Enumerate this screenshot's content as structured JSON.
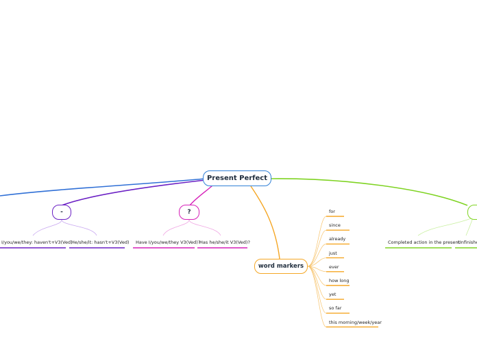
{
  "root": {
    "label": "Present Perfect",
    "color": "#2f7fd6"
  },
  "branches": {
    "negative": {
      "label": "-",
      "color": "#6a1fc4",
      "sub_color": "#c7a6f0",
      "items": [
        "I/you/we/they: haven't+V3(Ved)",
        "He/she/it: hasn't+V3(Ved)"
      ]
    },
    "question": {
      "label": "?",
      "color": "#d61fb8",
      "sub_color": "#f0a6e3",
      "items": [
        "Have I/you/we/they V3(Ved)?",
        "Has he/she/it V3(Ved)?"
      ]
    },
    "markers": {
      "label": "word markers",
      "color": "#f5a623",
      "items": [
        "for",
        "since",
        "already",
        "just",
        "ever",
        "how long",
        "yet",
        "so far",
        "this morning/week/year"
      ]
    },
    "usage": {
      "label": "",
      "color": "#7ed321",
      "sub_color": "#c9f0a0",
      "items": [
        "Completed action in the present",
        "Unfinished"
      ]
    }
  },
  "offscreen_left_branch_color": "#2f6fd6"
}
